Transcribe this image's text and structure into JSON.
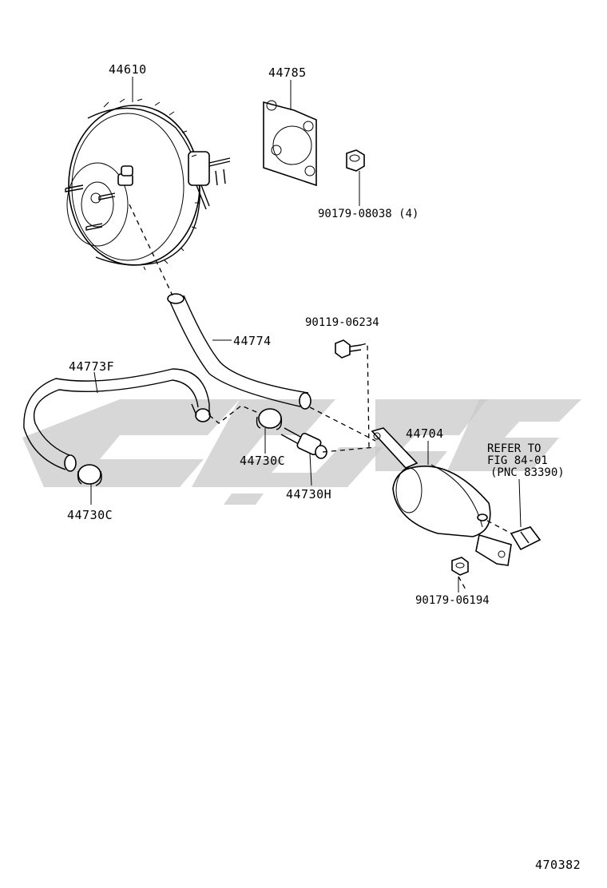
{
  "labels": {
    "booster": "44610",
    "gasket": "44785",
    "nut_booster": "90179-08038 (4)",
    "hose_main": "44774",
    "bolt": "90119-06234",
    "hose_f": "44773F",
    "tank": "44704",
    "refer_1": "REFER TO",
    "refer_2": "FIG 84-01",
    "refer_3": "(PNC 83390)",
    "clip_mid": "44730C",
    "check_valve": "44730H",
    "clip_left": "44730C",
    "nut_tank": "90179-06194",
    "diagram_no": "470382"
  }
}
